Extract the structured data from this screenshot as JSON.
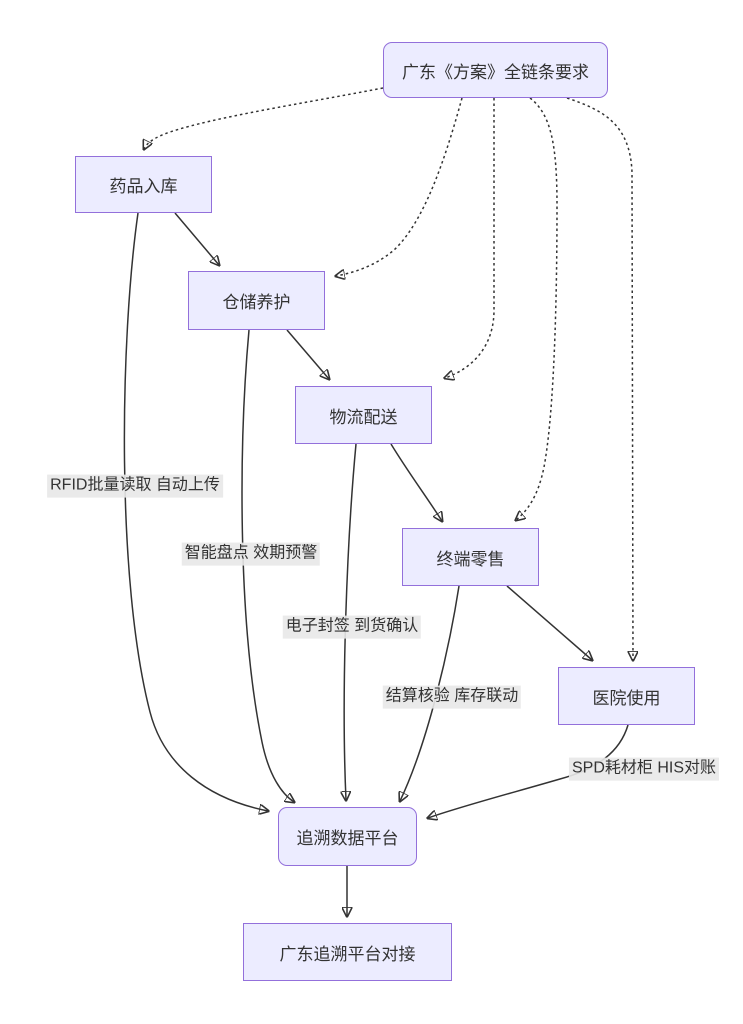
{
  "diagram": {
    "type": "flowchart",
    "nodes": {
      "requirement": {
        "label": "广东《方案》全链条要求"
      },
      "inbound": {
        "label": "药品入库"
      },
      "storage": {
        "label": "仓储养护"
      },
      "logistics": {
        "label": "物流配送"
      },
      "retail": {
        "label": "终端零售"
      },
      "hospital": {
        "label": "医院使用"
      },
      "platform": {
        "label": "追溯数据平台"
      },
      "connect": {
        "label": "广东追溯平台对接"
      }
    },
    "edge_labels": {
      "rfid": "RFID批量读取 自动上传",
      "inventory": "智能盘点 效期预警",
      "seal": "电子封签 到货确认",
      "settlement": "结算核验 库存联动",
      "spd": "SPD耗材柜 HIS对账"
    },
    "colors": {
      "node_fill": "#ECECFF",
      "node_border": "#9370DB",
      "edge": "#333333",
      "text": "#333333",
      "edge_label_bg": "#E8E8E8",
      "background": "#FFFFFF"
    }
  }
}
